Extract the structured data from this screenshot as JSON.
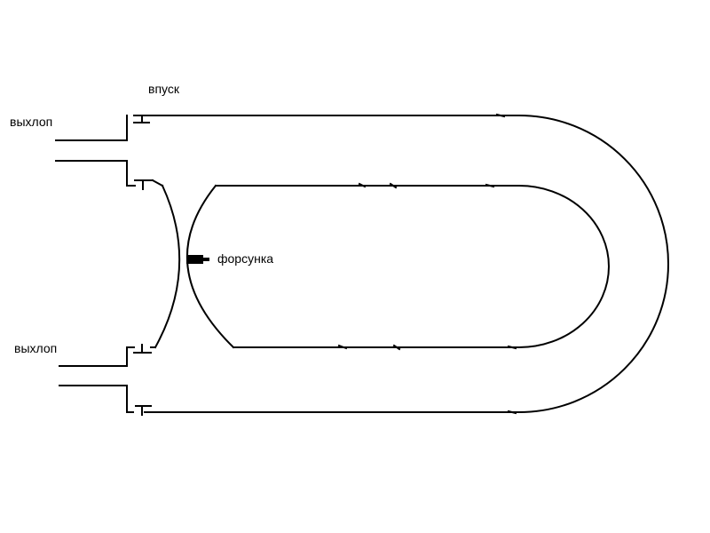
{
  "labels": {
    "intake": "впуск",
    "exhaust_top": "выхлоп",
    "exhaust_bottom": "выхлоп",
    "injector": "форсунка"
  },
  "colors": {
    "line": "#000000",
    "background": "#ffffff"
  }
}
